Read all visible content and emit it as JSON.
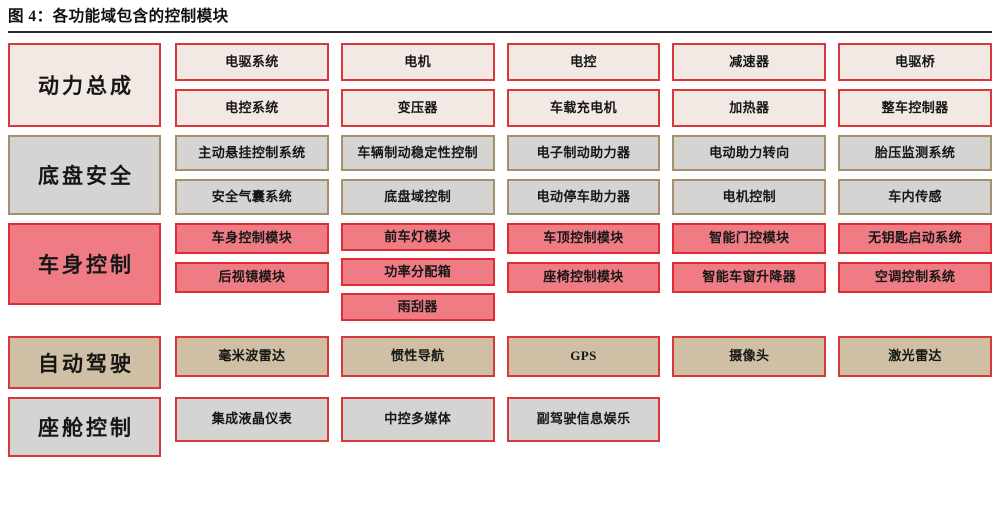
{
  "figure": {
    "title": "图 4：各功能域包含的控制模块"
  },
  "domains": [
    {
      "id": "powertrain",
      "label": "动力总成",
      "fill_color": "#f3e9e4",
      "border_color": "#d9383a",
      "columns": [
        {
          "modules": [
            "电驱系统",
            "电控系统"
          ]
        },
        {
          "modules": [
            "电机",
            "变压器"
          ]
        },
        {
          "modules": [
            "电控",
            "车载充电机"
          ]
        },
        {
          "modules": [
            "减速器",
            "加热器"
          ]
        },
        {
          "modules": [
            "电驱桥",
            "整车控制器"
          ]
        }
      ]
    },
    {
      "id": "chassis",
      "label": "底盘安全",
      "fill_color": "#d5d4d2",
      "border_color": "#a6906c",
      "columns": [
        {
          "modules": [
            "主动悬挂控制系统",
            "安全气囊系统"
          ]
        },
        {
          "modules": [
            "车辆制动稳定性控制",
            "底盘域控制"
          ]
        },
        {
          "modules": [
            "电子制动助力器",
            "电动停车助力器"
          ]
        },
        {
          "modules": [
            "电动助力转向",
            "电机控制"
          ]
        },
        {
          "modules": [
            "胎压监测系统",
            "车内传感"
          ]
        }
      ]
    },
    {
      "id": "body",
      "label": "车身控制",
      "fill_color": "#ef7c85",
      "border_color": "#df2d36",
      "columns": [
        {
          "modules": [
            "车身控制模块",
            "后视镜模块"
          ]
        },
        {
          "modules": [
            "前车灯模块",
            "功率分配箱",
            "雨刮器"
          ]
        },
        {
          "modules": [
            "车顶控制模块",
            "座椅控制模块"
          ]
        },
        {
          "modules": [
            "智能门控模块",
            "智能车窗升降器"
          ]
        },
        {
          "modules": [
            "无钥匙启动系统",
            "空调控制系统"
          ]
        }
      ]
    },
    {
      "id": "autonomous",
      "label": "自动驾驶",
      "fill_color": "#cfc0a5",
      "border_color": "#d9383a",
      "columns": [
        {
          "modules": [
            "毫米波雷达"
          ]
        },
        {
          "modules": [
            "惯性导航"
          ]
        },
        {
          "modules": [
            "GPS"
          ]
        },
        {
          "modules": [
            "摄像头"
          ]
        },
        {
          "modules": [
            "激光雷达"
          ]
        }
      ]
    },
    {
      "id": "cabin",
      "label": "座舱控制",
      "fill_color": "#d5d4d2",
      "border_color": "#d9383a",
      "columns": [
        {
          "modules": [
            "集成液晶仪表"
          ]
        },
        {
          "modules": [
            "中控多媒体"
          ]
        },
        {
          "modules": [
            "副驾驶信息娱乐"
          ]
        },
        {
          "modules": []
        },
        {
          "modules": []
        }
      ]
    }
  ]
}
